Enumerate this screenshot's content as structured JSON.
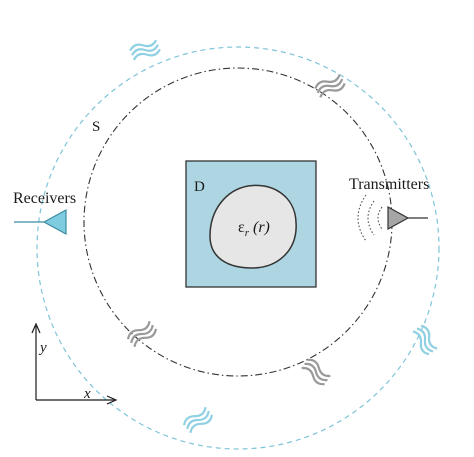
{
  "labels": {
    "outer_region": "S",
    "domain": "D",
    "receivers": "Receivers",
    "transmitters": "Transmitters",
    "axis_y": "y",
    "axis_x": "x"
  },
  "permittivity": {
    "symbol": "ε",
    "subscript": "r",
    "argument": "(r)"
  },
  "colors": {
    "outer_circle": "#7ec4d8",
    "inner_circle": "#333333",
    "domain_fill": "#aed6e2",
    "domain_stroke": "#333333",
    "scatterer_fill": "#e6e6e6",
    "receiver": "#7fcbe0",
    "transmitter": "#a6a6a6",
    "wave_outer": "#8fd0e3",
    "wave_inner": "#9a9a9a"
  }
}
